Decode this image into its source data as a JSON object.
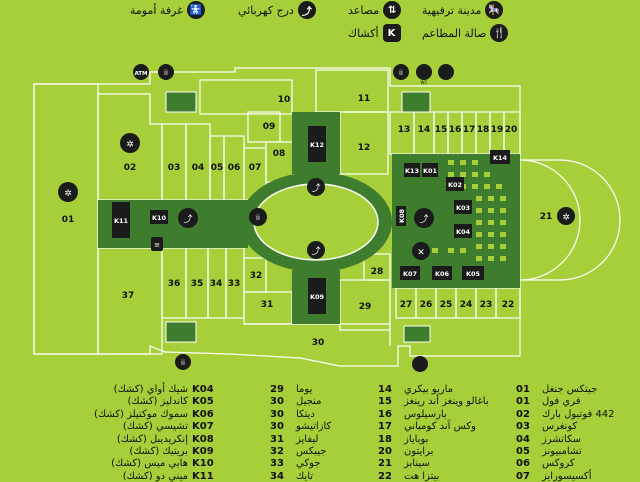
{
  "legend_top": [
    {
      "label": "غرفة أمومة",
      "icon": "mother-room-icon",
      "glyph": "🚼"
    },
    {
      "label": "درج كهربائي",
      "icon": "escalator-icon",
      "glyph": "⤴"
    },
    {
      "label": "مصاعد",
      "icon": "elevator-icon",
      "glyph": "⇅"
    },
    {
      "label": "مدينة ترفيهية",
      "icon": "amusement-park-icon",
      "glyph": "🎠"
    },
    {
      "label": "أكشاك",
      "icon": "kiosk-icon",
      "glyph": "K"
    },
    {
      "label": "صالة المطاعم",
      "icon": "food-court-icon",
      "glyph": "🍴"
    }
  ],
  "map": {
    "units": [
      "01",
      "02",
      "03",
      "04",
      "05",
      "06",
      "07",
      "08",
      "09",
      "10",
      "11",
      "12",
      "13",
      "14",
      "15",
      "16",
      "17",
      "18",
      "19",
      "20",
      "21",
      "22",
      "23",
      "24",
      "25",
      "26",
      "27",
      "28",
      "29",
      "30",
      "31",
      "32",
      "33",
      "34",
      "35",
      "36",
      "37"
    ],
    "kiosks": [
      "K01",
      "K02",
      "K03",
      "K04",
      "K05",
      "K06",
      "K07",
      "K08",
      "K09",
      "K10",
      "K11",
      "K12",
      "K13",
      "K14"
    ],
    "atm_label": "ATM",
    "wc_label": "WC"
  },
  "directory": {
    "col1": [
      {
        "n": "01",
        "name": "جيتكس جنغل"
      },
      {
        "n": "01",
        "name": "فري فول"
      },
      {
        "n": "02",
        "name": "442 فوتبول بارك"
      },
      {
        "n": "03",
        "name": "كونغرس"
      },
      {
        "n": "04",
        "name": "سكاتشرز"
      },
      {
        "n": "05",
        "name": "تشامبيونز"
      },
      {
        "n": "06",
        "name": "كروكس"
      },
      {
        "n": "07",
        "name": "أكسيسورايز"
      }
    ],
    "col2": [
      {
        "n": "14",
        "name": "ماريو بيكري"
      },
      {
        "n": "15",
        "name": "باغالو وينغز أند رينغز"
      },
      {
        "n": "16",
        "name": "بارسيلوس"
      },
      {
        "n": "17",
        "name": "وكس آند كومباني"
      },
      {
        "n": "18",
        "name": "بوباياز"
      },
      {
        "n": "20",
        "name": "برايتون"
      },
      {
        "n": "21",
        "name": "سينابز"
      },
      {
        "n": "22",
        "name": "بيتزا هت"
      }
    ],
    "col3": [
      {
        "n": "29",
        "name": "يوما"
      },
      {
        "n": "30",
        "name": "منجيل"
      },
      {
        "n": "30",
        "name": "ديتكا"
      },
      {
        "n": "30",
        "name": "كازاتيشو"
      },
      {
        "n": "31",
        "name": "ليفايز"
      },
      {
        "n": "32",
        "name": "جيبكس"
      },
      {
        "n": "33",
        "name": "جوكي"
      },
      {
        "n": "34",
        "name": "تايك"
      }
    ],
    "col4": [
      {
        "n": "K04",
        "name": "شيك أواي (كشك)"
      },
      {
        "n": "K05",
        "name": "كاندليز (كشك)"
      },
      {
        "n": "K06",
        "name": "سموك موكتيلز (كشك)"
      },
      {
        "n": "K07",
        "name": "تشيسي (كشك)"
      },
      {
        "n": "K08",
        "name": "إنكريديبل (كشك)"
      },
      {
        "n": "K09",
        "name": "بريتيك (كشك)"
      },
      {
        "n": "K10",
        "name": "هابي ميس (كشك)"
      },
      {
        "n": "K11",
        "name": "ميني دو (كشك)"
      }
    ]
  }
}
